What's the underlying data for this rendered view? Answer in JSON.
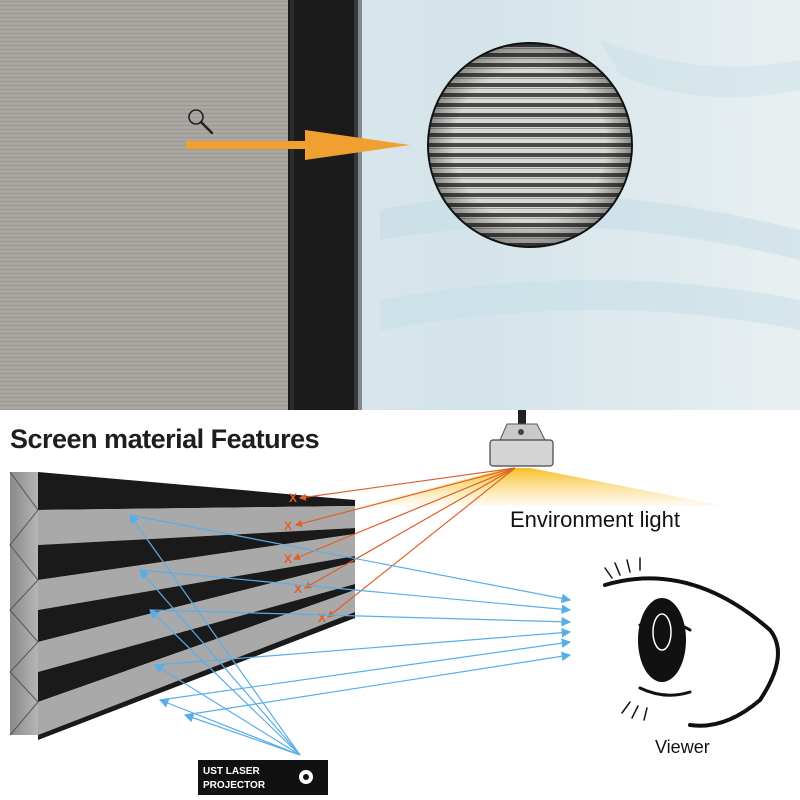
{
  "diagram": {
    "title": "Screen material Features",
    "environment_label": "Environment light",
    "viewer_label": "Viewer",
    "projector_label_line1": "UST LASER",
    "projector_label_line2": "PROJECTOR",
    "reject_mark": "X"
  },
  "colors": {
    "reflected_light": "#5aaee8",
    "ambient_light": "#e8842e",
    "highlight_arrow": "#f0a030",
    "screen_frame": "#1b1b1b",
    "fabric": "#a8a5a0"
  },
  "icons": {
    "magnifier": "magnifier-icon",
    "ceiling_lamp": "ceiling-light-icon",
    "projector": "projector-icon",
    "eye": "eye-icon"
  }
}
